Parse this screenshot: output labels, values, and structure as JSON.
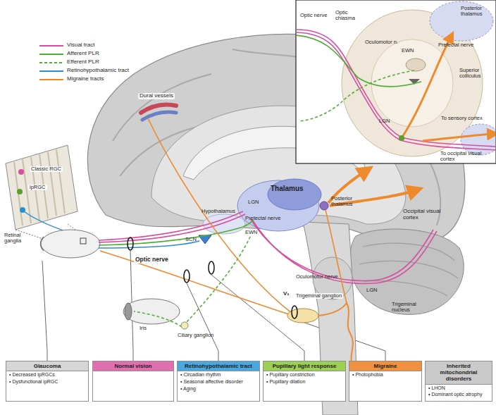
{
  "diagram": {
    "nodes": [
      {
        "text": [
          "Glaucoma",
          "• Decreased ipRGCs",
          "• Dysfunctional ipRGC"
        ]
      },
      {
        "text": [
          "Normal vision"
        ]
      },
      {
        "text": [
          "Retinohypothalamic tract",
          "• Circadian rhythm",
          "• Seasonal affective disorder",
          "• Aging"
        ]
      },
      {
        "text": [
          "Pupillary light response",
          "• Pupillary constriction",
          "• Pupillary dilation"
        ]
      },
      {
        "text": [
          "Migraine",
          "• Photophobia"
        ]
      },
      {
        "text": [
          "Inherited mitochondrial disorders",
          "• LHON",
          "• Dominant optic atrophy"
        ]
      }
    ],
    "labels": [
      "Dural vessels",
      "Thalamus",
      "Hypothalamus",
      "LGN",
      "Pretectal nerve",
      "EWN",
      "SCN",
      "Posterior thalamus",
      "Occipital visual cortex",
      "LGN",
      "Classic RGC",
      "ipRGC",
      "Retinal ganglia",
      "Optic nerve",
      "Oculomotor nerve",
      "Iris",
      "Ciliary ganglion",
      "V₁",
      "Trigeminal ganglion",
      "Trigeminal nucleus",
      "Optic nerve",
      "Optic chiasma",
      "Oculomotor n.",
      "EWN",
      "Pretectal nerve",
      "Superior colliculus",
      "LGN",
      "To sensory cortex",
      "To occipital visual cortex",
      "Posterior thalamus"
    ],
    "legend": [
      {
        "text": "Visual tract"
      },
      {
        "text": "Afferent PLR"
      },
      {
        "text": "Efferent PLR"
      },
      {
        "text": "Retinohypothalamic tract"
      },
      {
        "text": "Migraine tracts"
      }
    ]
  }
}
